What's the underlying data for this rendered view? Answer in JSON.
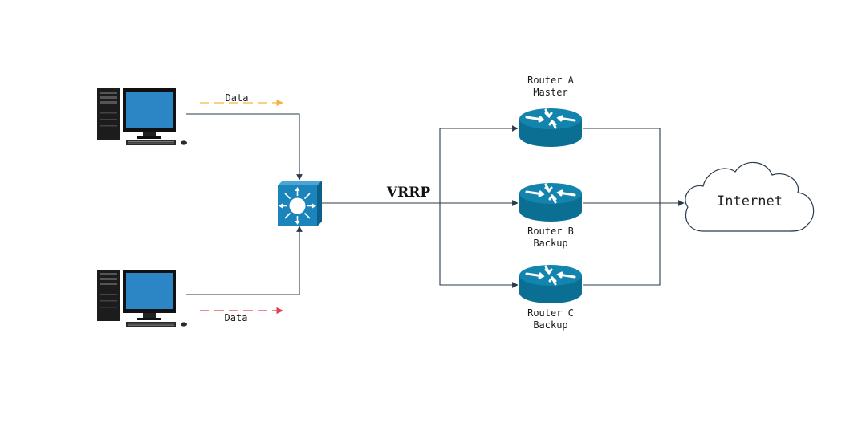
{
  "hosts": [
    {
      "id": "pc-1",
      "flow_label": "Data",
      "flow_color": "#f5b342"
    },
    {
      "id": "pc-2",
      "flow_label": "Data",
      "flow_color": "#e0444c"
    }
  ],
  "switch": {
    "protocol_label": "VRRP"
  },
  "routers": [
    {
      "name": "Router A",
      "role": "Master"
    },
    {
      "name": "Router B",
      "role": "Backup"
    },
    {
      "name": "Router C",
      "role": "Backup"
    }
  ],
  "cloud": {
    "label": "Internet"
  },
  "colors": {
    "router": "#0a6f93",
    "router_top": "#1284ad",
    "switch": "#1a84bb",
    "wire": "#2a3a4a",
    "screen": "#2c86c6"
  },
  "icons": {
    "host": "desktop-computer-icon",
    "switch": "layer3-switch-icon",
    "router": "router-icon",
    "cloud": "cloud-icon"
  }
}
